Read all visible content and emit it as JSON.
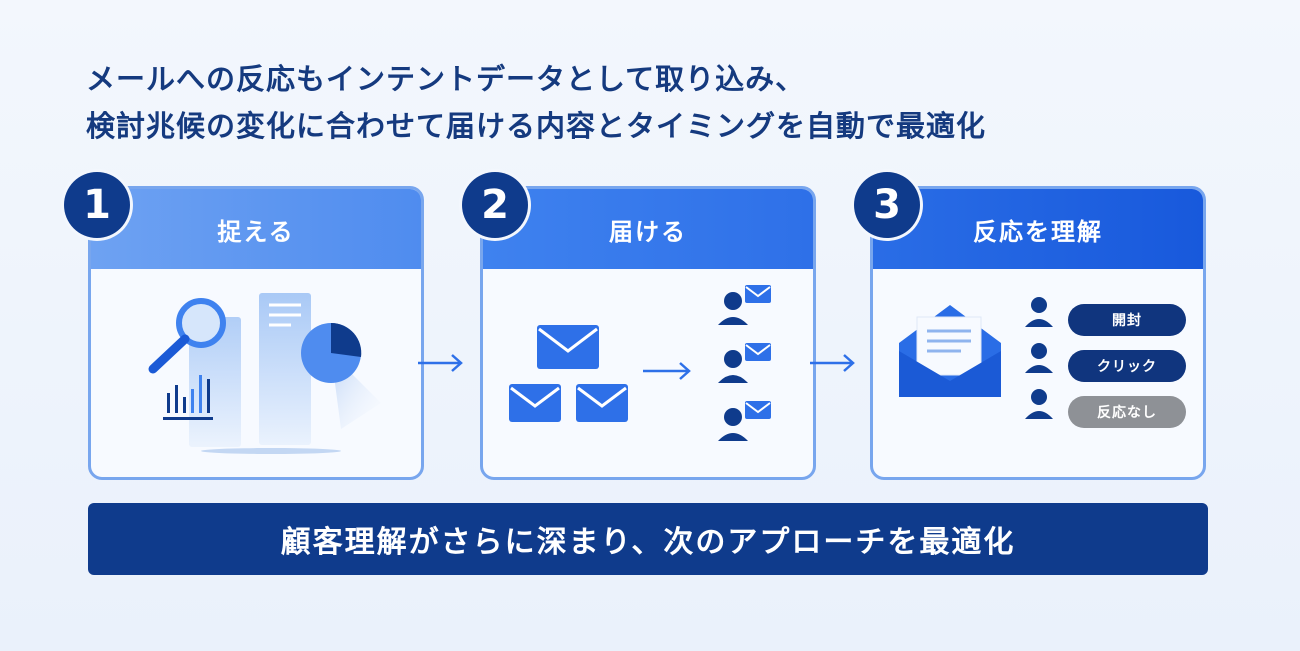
{
  "headline": {
    "line1": "メールへの反応もインテントデータとして取り込み、",
    "line2": "検討兆候の変化に合わせて届ける内容とタイミングを自動で最適化"
  },
  "steps": [
    {
      "number": "1",
      "title": "捉える"
    },
    {
      "number": "2",
      "title": "届ける"
    },
    {
      "number": "3",
      "title": "反応を理解"
    }
  ],
  "responses": [
    {
      "label": "開封",
      "color": "#10357e"
    },
    {
      "label": "クリック",
      "color": "#10357e"
    },
    {
      "label": "反応なし",
      "color": "#8e9196"
    }
  ],
  "banner": "顧客理解がさらに深まり、次のアプローチを最適化",
  "colors": {
    "navy": "#0f3b8c",
    "blue": "#2e70e8",
    "light_blue": "#6ea2f2",
    "gray": "#8e9196"
  }
}
